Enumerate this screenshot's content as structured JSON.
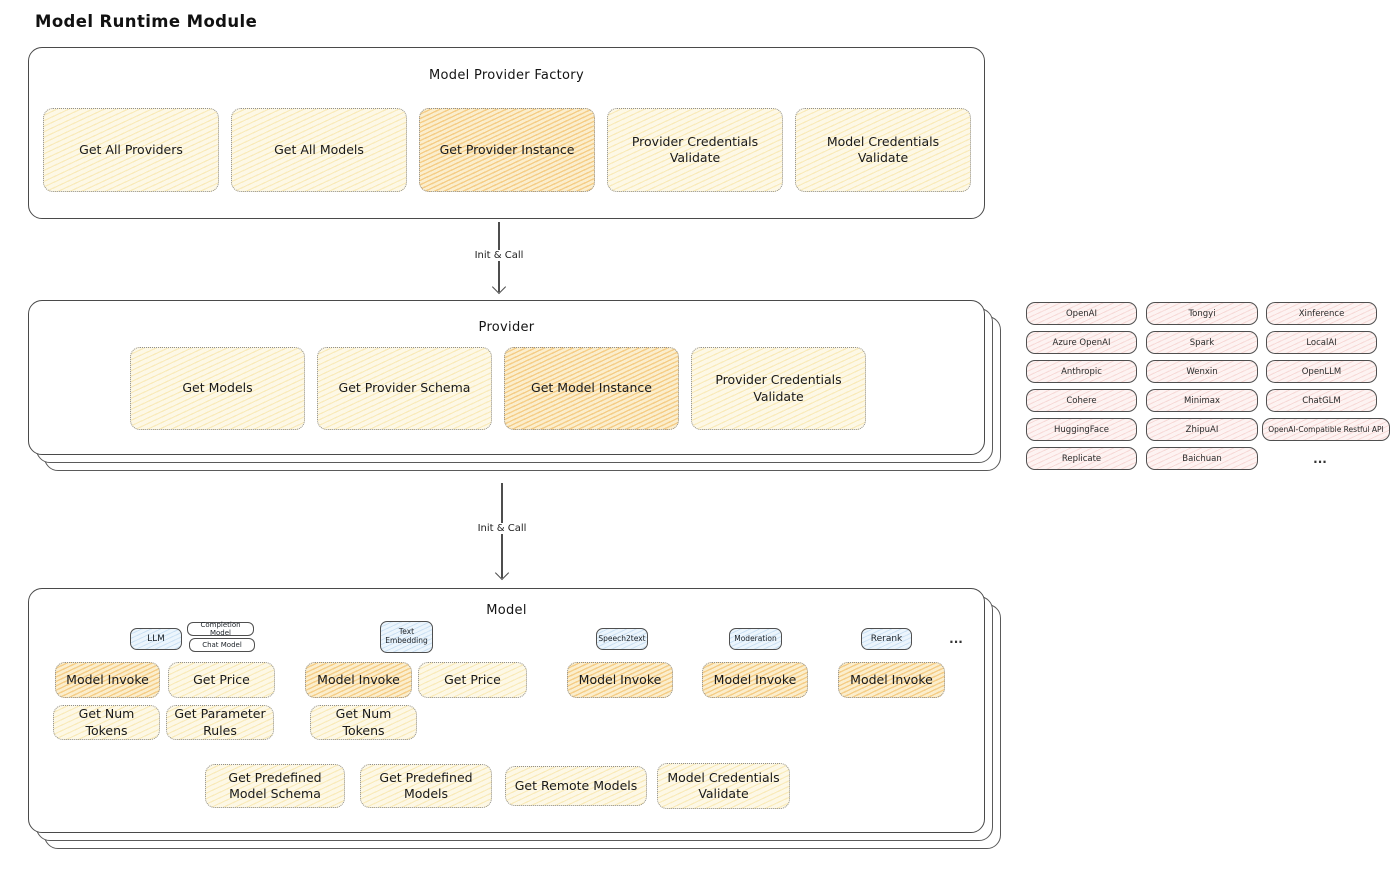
{
  "page_title": "Model Runtime Module",
  "arrow_label": "Init & Call",
  "colors": {
    "highlight_fill": "#f6c871",
    "button_fill": "#fdf8e6",
    "provider_pill_fill": "#fdf3f2",
    "tag_fill": "#ecf5fc",
    "stroke": "#4a4a4a"
  },
  "factory": {
    "title": "Model Provider Factory",
    "buttons": [
      "Get All Providers",
      "Get All Models",
      "Get Provider Instance",
      "Provider Credentials Validate",
      "Model Credentials Validate"
    ]
  },
  "provider": {
    "title": "Provider",
    "buttons": [
      "Get Models",
      "Get Provider Schema",
      "Get Model Instance",
      "Provider Credentials Validate"
    ]
  },
  "providers": {
    "items": [
      "OpenAI",
      "Tongyi",
      "Xinference",
      "Azure OpenAI",
      "Spark",
      "LocalAI",
      "Anthropic",
      "Wenxin",
      "OpenLLM",
      "Cohere",
      "Minimax",
      "ChatGLM",
      "HuggingFace",
      "ZhipuAI",
      "OpenAI-Compatible Restful API",
      "Replicate",
      "Baichuan"
    ],
    "more": "..."
  },
  "model": {
    "title": "Model",
    "tags": {
      "llm": "LLM",
      "completion": "Completion Model",
      "chat": "Chat Model",
      "embedding": "Text Embedding",
      "speech": "Speech2text",
      "moderation": "Moderation",
      "rerank": "Rerank",
      "more": "..."
    },
    "buttons": {
      "invoke": "Model Invoke",
      "get_price": "Get Price",
      "get_num_tokens": "Get Num Tokens",
      "get_parameter_rules": "Get Parameter Rules",
      "predefined_schema": "Get Predefined Model Schema",
      "predefined_models": "Get Predefined Models",
      "remote_models": "Get Remote Models",
      "credentials_validate": "Model Credentials Validate"
    }
  }
}
